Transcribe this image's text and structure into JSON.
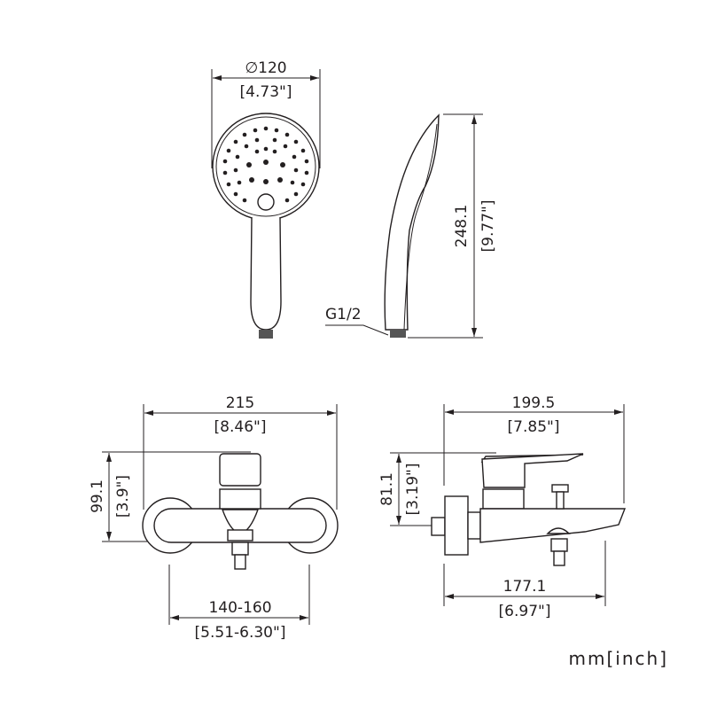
{
  "units_label": "mm[inch]",
  "views": {
    "handshower_front": {
      "diameter_mm": "∅120",
      "diameter_in": "[4.73\"]"
    },
    "handshower_side": {
      "height_mm": "248.1",
      "height_in": "[9.77\"]",
      "thread_label": "G1/2"
    },
    "mixer_front": {
      "width_mm": "215",
      "width_in": "[8.46\"]",
      "height_mm": "99.1",
      "height_in": "[3.9\"]",
      "centers_mm": "140-160",
      "centers_in": "[5.51-6.30\"]"
    },
    "mixer_side": {
      "depth_mm": "199.5",
      "depth_in": "[7.85\"]",
      "height_mm": "81.1",
      "height_in": "[3.19\"]",
      "spout_mm": "177.1",
      "spout_in": "[6.97\"]"
    }
  }
}
